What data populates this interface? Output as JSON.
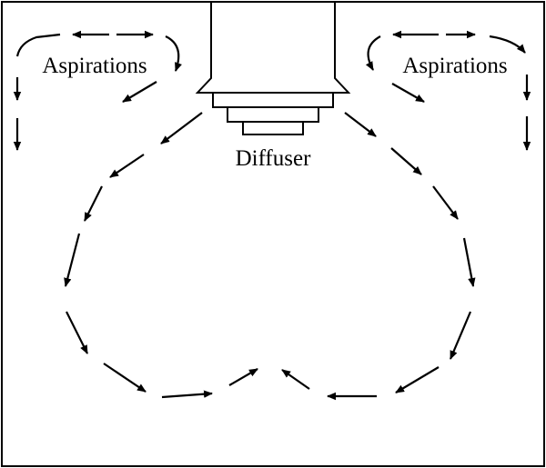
{
  "labels": {
    "diffuser": "Diffuser",
    "aspirations_left": "Aspirations",
    "aspirations_right": "Aspirations"
  },
  "colors": {
    "stroke": "#000000",
    "background": "#ffffff"
  }
}
